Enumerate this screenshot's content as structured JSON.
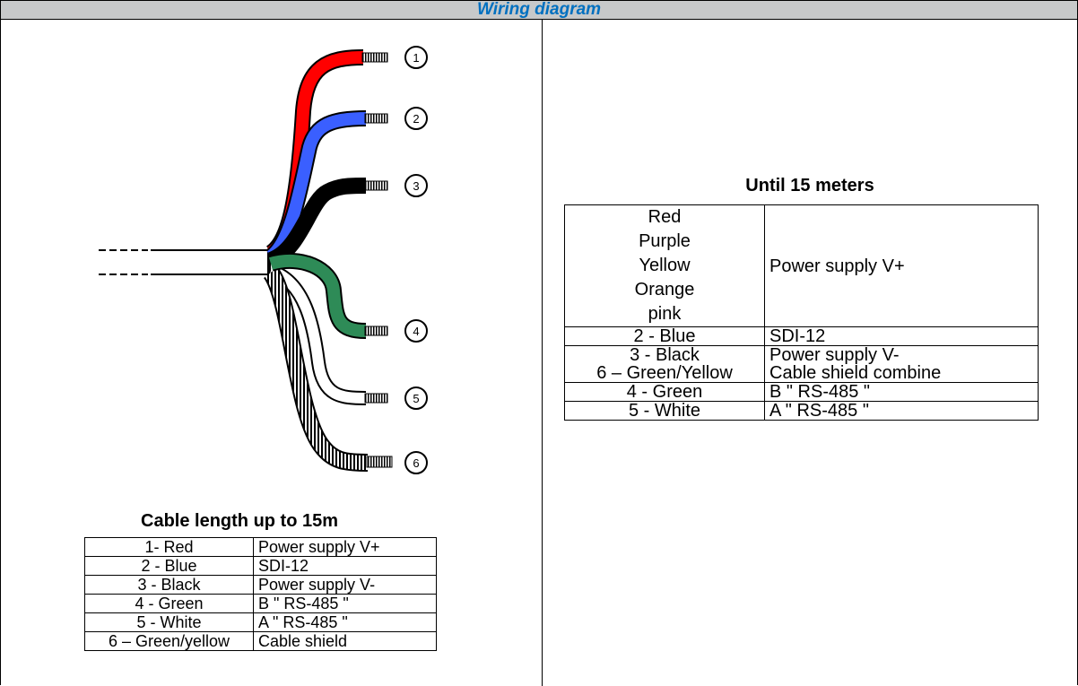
{
  "title": "Wiring diagram",
  "diagram": {
    "wire_numbers": [
      "1",
      "2",
      "3",
      "4",
      "5",
      "6"
    ],
    "wire_colors": {
      "red": "#ff0000",
      "blue": "#3a5fff",
      "black": "#000000",
      "green": "#2e8b57",
      "white": "#ffffff",
      "shield": "#000000"
    }
  },
  "left": {
    "caption": "Cable length up to 15m",
    "rows": [
      {
        "wire": "1- Red",
        "function": "Power supply V+"
      },
      {
        "wire": "2 - Blue",
        "function": "SDI-12"
      },
      {
        "wire": "3 - Black",
        "function": "Power supply V-"
      },
      {
        "wire": "4 - Green",
        "function": "B \" RS-485 \""
      },
      {
        "wire": "5 - White",
        "function": "A \" RS-485 \""
      },
      {
        "wire": "6 – Green/yellow",
        "function": "Cable shield"
      }
    ]
  },
  "right": {
    "caption": "Until 15 meters",
    "rows": [
      {
        "wire_lines": [
          "Red",
          "Purple",
          "Yellow",
          "Orange",
          "pink"
        ],
        "function_lines": [
          "Power supply V+"
        ]
      },
      {
        "wire_lines": [
          "2 - Blue"
        ],
        "function_lines": [
          "SDI-12"
        ]
      },
      {
        "wire_lines": [
          "3 - Black",
          "6 – Green/Yellow"
        ],
        "function_lines": [
          "Power supply V-",
          "Cable shield combine"
        ]
      },
      {
        "wire_lines": [
          "4 - Green"
        ],
        "function_lines": [
          "B \" RS-485 \""
        ]
      },
      {
        "wire_lines": [
          "5 - White"
        ],
        "function_lines": [
          "A \" RS-485 \""
        ]
      }
    ]
  }
}
